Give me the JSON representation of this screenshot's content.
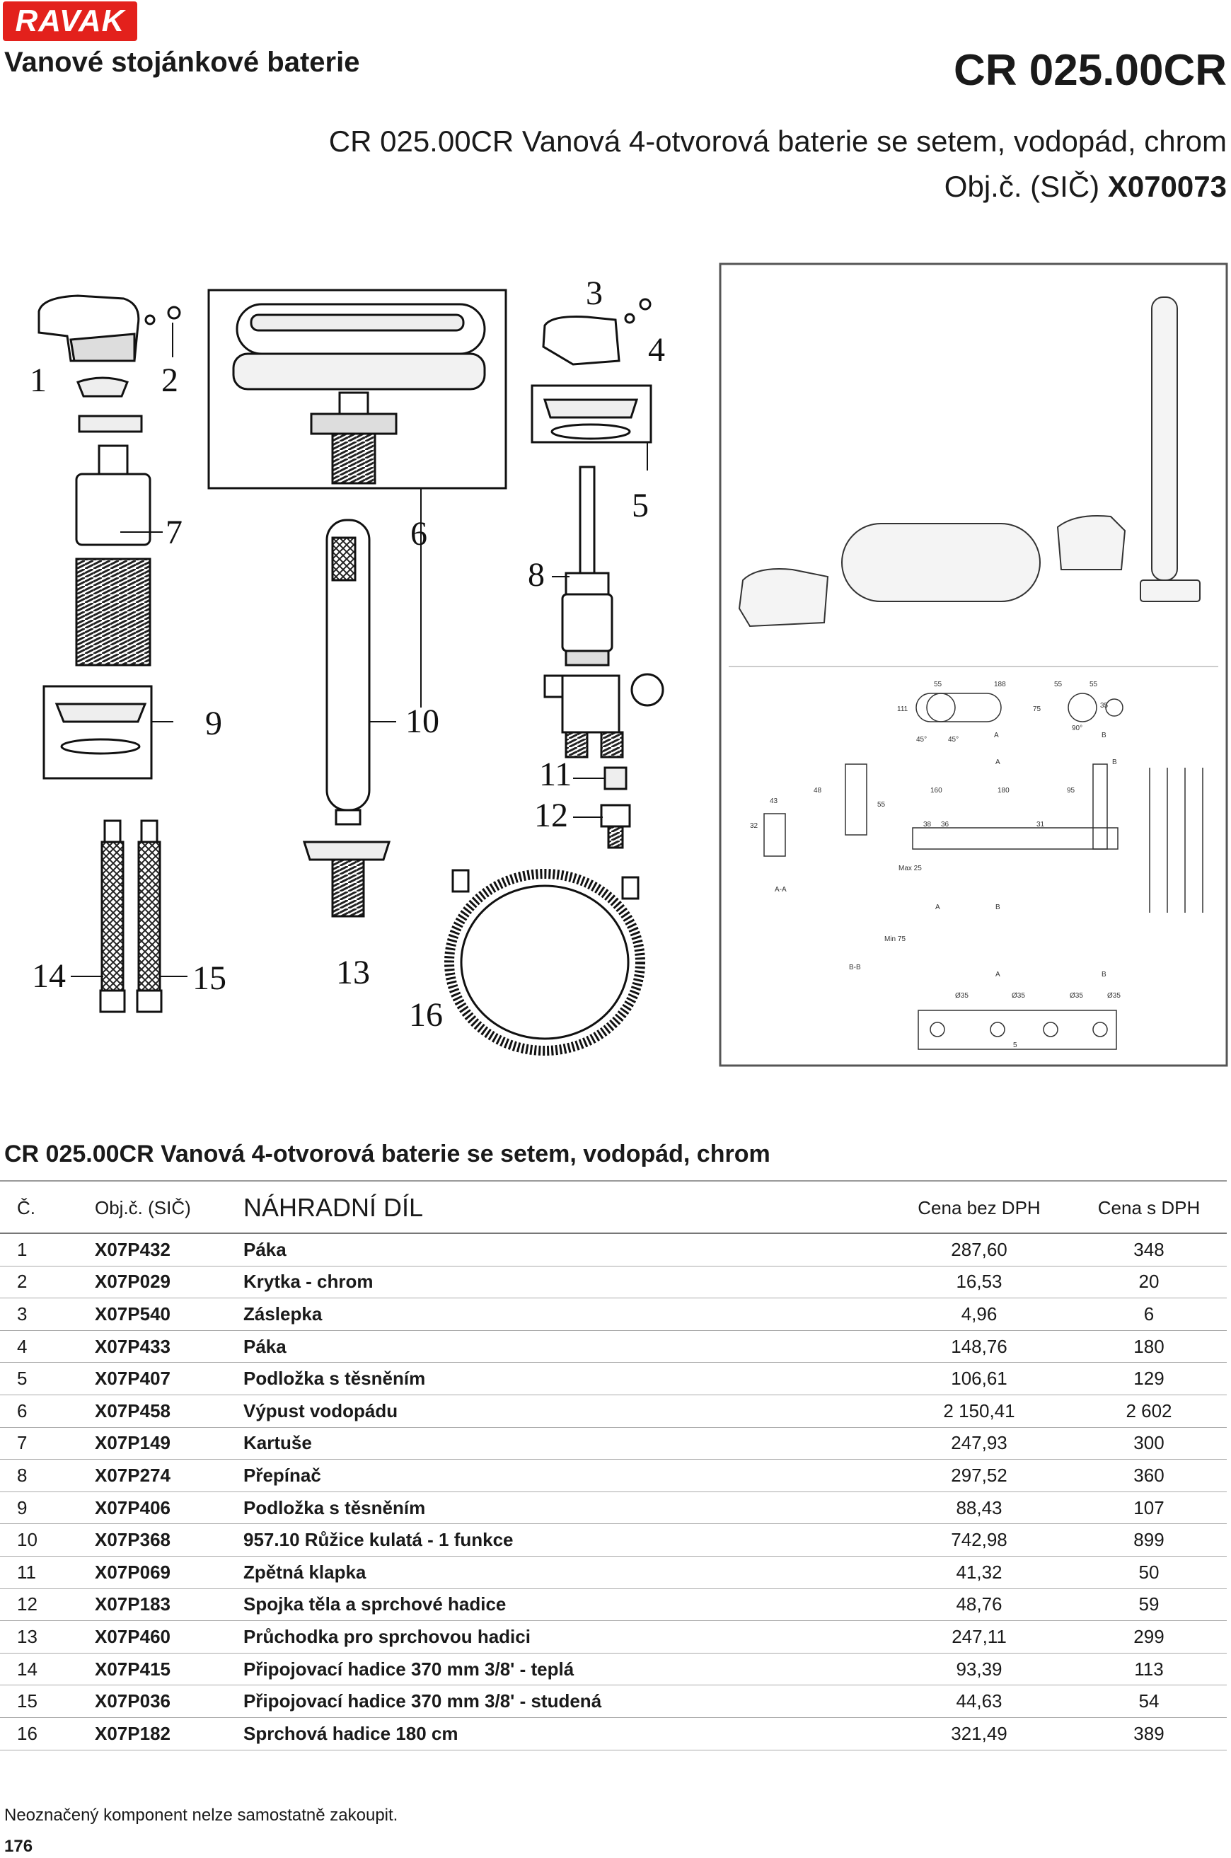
{
  "brand": "RAVAK",
  "category": "Vanové stojánkové baterie",
  "product_code": "CR 025.00CR",
  "product_description": "CR 025.00CR Vanová 4-otvorová baterie se setem, vodopád, chrom",
  "order_prefix": "Obj.č. (SIČ)",
  "order_number": "X070073",
  "diagram": {
    "callouts": [
      "1",
      "2",
      "3",
      "4",
      "5",
      "6",
      "7",
      "8",
      "9",
      "10",
      "11",
      "12",
      "13",
      "14",
      "15",
      "16"
    ],
    "drawing_labels": [
      "55",
      "188",
      "55",
      "55",
      "111",
      "75",
      "90°",
      "45°",
      "45°",
      "35",
      "A",
      "B",
      "A",
      "B",
      "48",
      "55",
      "160",
      "180",
      "95",
      "43",
      "32",
      "38",
      "36",
      "31",
      "Max 25",
      "A-A",
      "B-B",
      "Min 75",
      "A",
      "B",
      "A",
      "B",
      "Ø35",
      "Ø35",
      "Ø35",
      "Ø35",
      "5"
    ]
  },
  "table": {
    "title": "CR 025.00CR Vanová 4-otvorová baterie se setem, vodopád, chrom",
    "headers": {
      "no": "Č.",
      "order": "Obj.č. (SIČ)",
      "name": "NÁHRADNÍ DÍL",
      "price_net": "Cena bez DPH",
      "price_gross": "Cena s DPH"
    },
    "rows": [
      {
        "no": "1",
        "code": "X07P432",
        "name": "Páka",
        "net": "287,60",
        "gross": "348"
      },
      {
        "no": "2",
        "code": "X07P029",
        "name": "Krytka - chrom",
        "net": "16,53",
        "gross": "20"
      },
      {
        "no": "3",
        "code": "X07P540",
        "name": "Záslepka",
        "net": "4,96",
        "gross": "6"
      },
      {
        "no": "4",
        "code": "X07P433",
        "name": "Páka",
        "net": "148,76",
        "gross": "180"
      },
      {
        "no": "5",
        "code": "X07P407",
        "name": "Podložka s těsněním",
        "net": "106,61",
        "gross": "129"
      },
      {
        "no": "6",
        "code": "X07P458",
        "name": "Výpust vodopádu",
        "net": "2 150,41",
        "gross": "2 602"
      },
      {
        "no": "7",
        "code": "X07P149",
        "name": "Kartuše",
        "net": "247,93",
        "gross": "300"
      },
      {
        "no": "8",
        "code": "X07P274",
        "name": "Přepínač",
        "net": "297,52",
        "gross": "360"
      },
      {
        "no": "9",
        "code": "X07P406",
        "name": "Podložka s těsněním",
        "net": "88,43",
        "gross": "107"
      },
      {
        "no": "10",
        "code": "X07P368",
        "name": "957.10 Růžice kulatá - 1 funkce",
        "net": "742,98",
        "gross": "899"
      },
      {
        "no": "11",
        "code": "X07P069",
        "name": "Zpětná klapka",
        "net": "41,32",
        "gross": "50"
      },
      {
        "no": "12",
        "code": "X07P183",
        "name": "Spojka těla a sprchové hadice",
        "net": "48,76",
        "gross": "59"
      },
      {
        "no": "13",
        "code": "X07P460",
        "name": "Průchodka pro sprchovou hadici",
        "net": "247,11",
        "gross": "299"
      },
      {
        "no": "14",
        "code": "X07P415",
        "name": "Připojovací hadice 370 mm 3/8' - teplá",
        "net": "93,39",
        "gross": "113"
      },
      {
        "no": "15",
        "code": "X07P036",
        "name": "Připojovací hadice 370 mm 3/8' - studená",
        "net": "44,63",
        "gross": "54"
      },
      {
        "no": "16",
        "code": "X07P182",
        "name": "Sprchová hadice 180 cm",
        "net": "321,49",
        "gross": "389"
      }
    ]
  },
  "footnote": "Neoznačený komponent nelze samostatně zakoupit.",
  "page_number": "176"
}
